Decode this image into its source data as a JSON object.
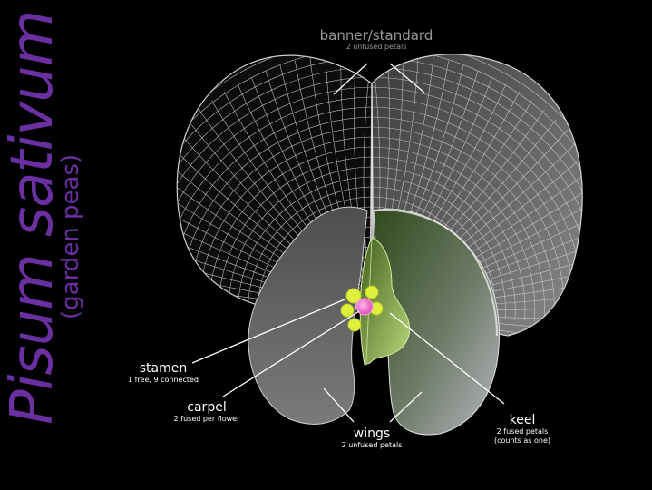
{
  "title": {
    "species": "Pisum sativum",
    "common": "(garden peas)",
    "color": "#6a2fa0"
  },
  "labels": {
    "banner": {
      "name": "banner/standard",
      "detail": "2 unfused petals"
    },
    "stamen": {
      "name": "stamen",
      "detail": "1 free, 9 connected"
    },
    "carpel": {
      "name": "carpel",
      "detail": "2 fused per flower"
    },
    "wings": {
      "name": "wings",
      "detail": "2 unfused petals"
    },
    "keel": {
      "name": "keel",
      "detail": "2 fused petals",
      "detail2": "(counts as one)"
    }
  },
  "colors": {
    "background": "#000000",
    "banner_mesh": "#d8d8d8",
    "wing_fill": "#6f6f6f",
    "keel_fill": "#6b8a3a",
    "stamen": "#dff03a",
    "carpel": "#f07ad0"
  }
}
